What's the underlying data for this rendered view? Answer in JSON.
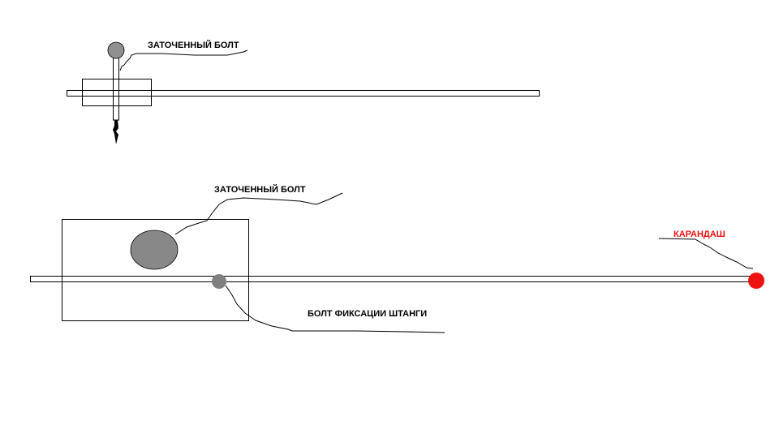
{
  "labels": {
    "top_sharpened_bolt": "ЗАТОЧЕННЫЙ БОЛТ",
    "bottom_sharpened_bolt": "ЗАТОЧЕННЫЙ БОЛТ",
    "rod_fixing_bolt": "БОЛТ ФИКСАЦИИ ШТАНГИ",
    "pencil": "КАРАНДАШ"
  },
  "colors": {
    "pencil": "#ee1111",
    "bolt": "#808080",
    "line": "#000000"
  }
}
